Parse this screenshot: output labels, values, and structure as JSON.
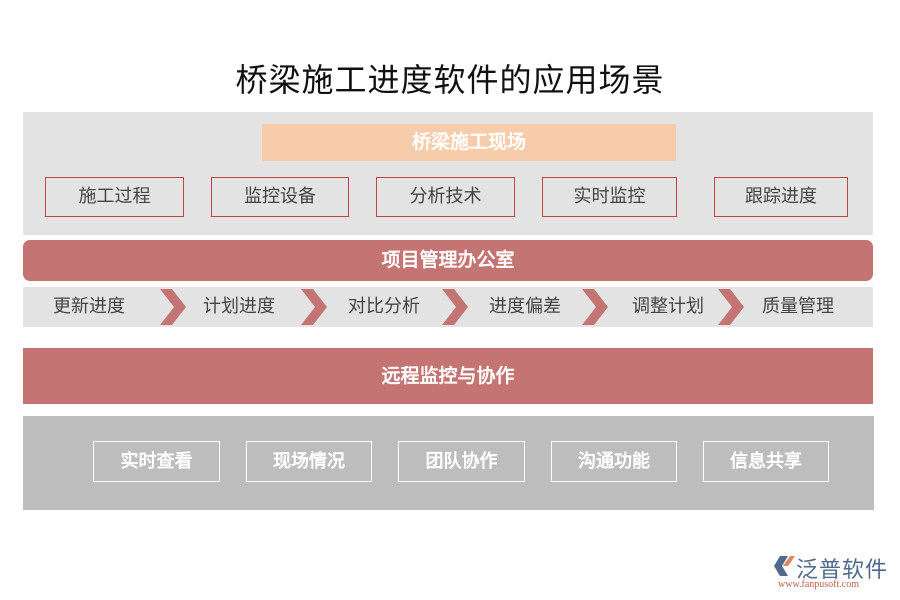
{
  "title": "桥梁施工进度软件的应用场景",
  "site": {
    "label": "桥梁施工现场",
    "items": [
      "施工过程",
      "监控设备",
      "分析技术",
      "实时监控",
      "跟踪进度"
    ]
  },
  "office": {
    "label": "项目管理办公室",
    "flow": [
      "更新进度",
      "计划进度",
      "对比分析",
      "进度偏差",
      "调整计划",
      "质量管理"
    ]
  },
  "remote": {
    "label": "远程监控与协作",
    "items": [
      "实时查看",
      "现场情况",
      "团队协作",
      "沟通功能",
      "信息共享"
    ]
  },
  "logo": {
    "name": "泛普软件",
    "url": "www.fanpusoft.com"
  },
  "colors": {
    "panel_gray": "#e3e3e3",
    "orange": "#f7ccaa",
    "red_bar": "#c47573",
    "box_border": "#c0453f",
    "bottom_gray": "#bdbdbd"
  }
}
